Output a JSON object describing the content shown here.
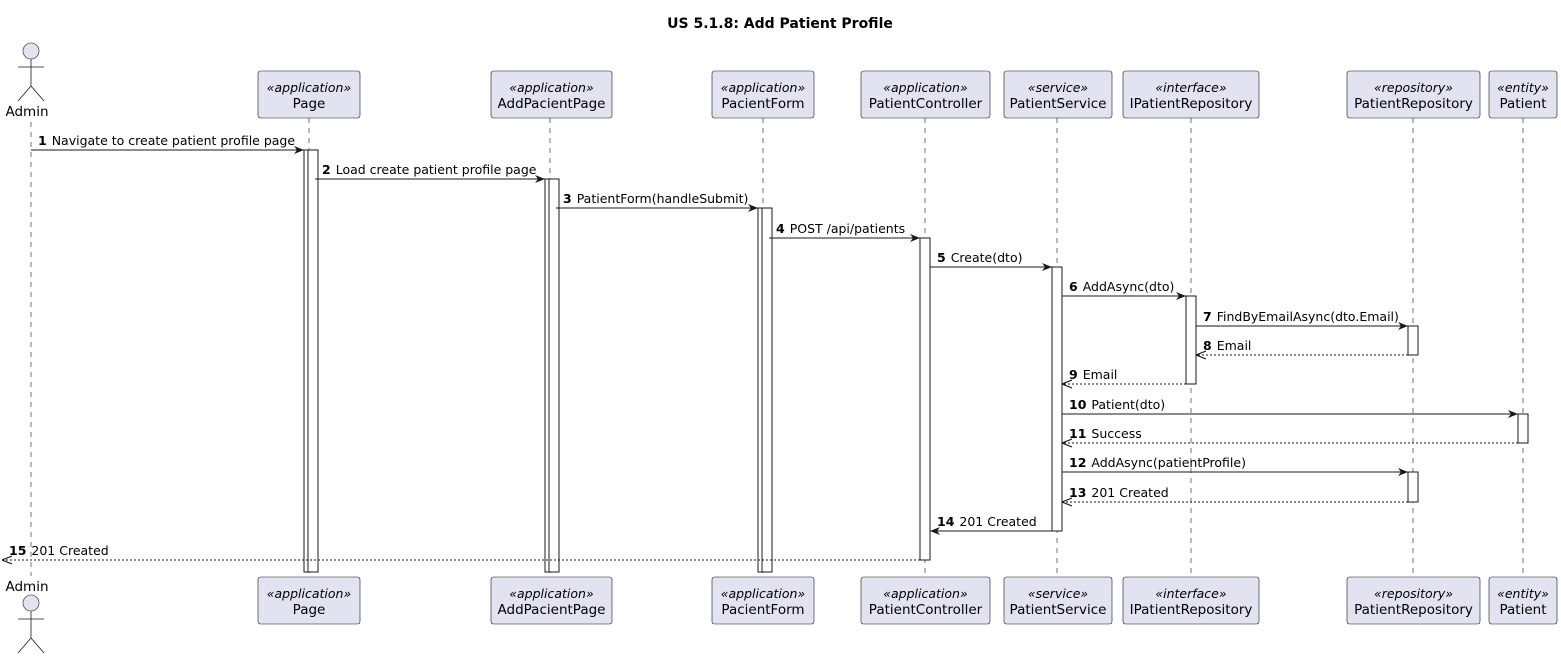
{
  "title": "US 5.1.8: Add Patient Profile",
  "actor": {
    "name": "Admin"
  },
  "participants": [
    {
      "id": "page",
      "stereotype": "«application»",
      "name": "Page"
    },
    {
      "id": "addpacientpage",
      "stereotype": "«application»",
      "name": "AddPacientPage"
    },
    {
      "id": "pacientform",
      "stereotype": "«application»",
      "name": "PacientForm"
    },
    {
      "id": "patientcontroller",
      "stereotype": "«application»",
      "name": "PatientController"
    },
    {
      "id": "patientservice",
      "stereotype": "«service»",
      "name": "PatientService"
    },
    {
      "id": "ipatientrepository",
      "stereotype": "«interface»",
      "name": "IPatientRepository"
    },
    {
      "id": "patientrepository",
      "stereotype": "«repository»",
      "name": "PatientRepository"
    },
    {
      "id": "patient",
      "stereotype": "«entity»",
      "name": "Patient"
    }
  ],
  "messages": [
    {
      "num": "1",
      "text": "Navigate to create patient profile page",
      "from": "admin",
      "to": "page",
      "type": "sync"
    },
    {
      "num": "2",
      "text": "Load create patient profile page",
      "from": "page",
      "to": "addpacientpage",
      "type": "sync"
    },
    {
      "num": "3",
      "text": "PatientForm(handleSubmit)",
      "from": "addpacientpage",
      "to": "pacientform",
      "type": "sync"
    },
    {
      "num": "4",
      "text": "POST /api/patients",
      "from": "pacientform",
      "to": "patientcontroller",
      "type": "sync"
    },
    {
      "num": "5",
      "text": "Create(dto)",
      "from": "patientcontroller",
      "to": "patientservice",
      "type": "sync"
    },
    {
      "num": "6",
      "text": "AddAsync(dto)",
      "from": "patientservice",
      "to": "ipatientrepository",
      "type": "sync"
    },
    {
      "num": "7",
      "text": "FindByEmailAsync(dto.Email)",
      "from": "ipatientrepository",
      "to": "patientrepository",
      "type": "sync"
    },
    {
      "num": "8",
      "text": "Email",
      "from": "patientrepository",
      "to": "ipatientrepository",
      "type": "return"
    },
    {
      "num": "9",
      "text": "Email",
      "from": "ipatientrepository",
      "to": "patientservice",
      "type": "return"
    },
    {
      "num": "10",
      "text": "Patient(dto)",
      "from": "patientservice",
      "to": "patient",
      "type": "sync"
    },
    {
      "num": "11",
      "text": "Success",
      "from": "patient",
      "to": "patientservice",
      "type": "return"
    },
    {
      "num": "12",
      "text": "AddAsync(patientProfile)",
      "from": "patientservice",
      "to": "patientrepository",
      "type": "sync"
    },
    {
      "num": "13",
      "text": "201 Created",
      "from": "patientrepository",
      "to": "patientservice",
      "type": "return"
    },
    {
      "num": "14",
      "text": "201 Created",
      "from": "patientservice",
      "to": "patientcontroller",
      "type": "sync"
    },
    {
      "num": "15",
      "text": "201 Created",
      "from": "patientcontroller",
      "to": "admin",
      "type": "return"
    }
  ],
  "colors": {
    "participant_fill": "#e2e2f0",
    "participant_stroke": "#181818",
    "lifeline": "#181818",
    "activation_fill": "#ffffff"
  }
}
